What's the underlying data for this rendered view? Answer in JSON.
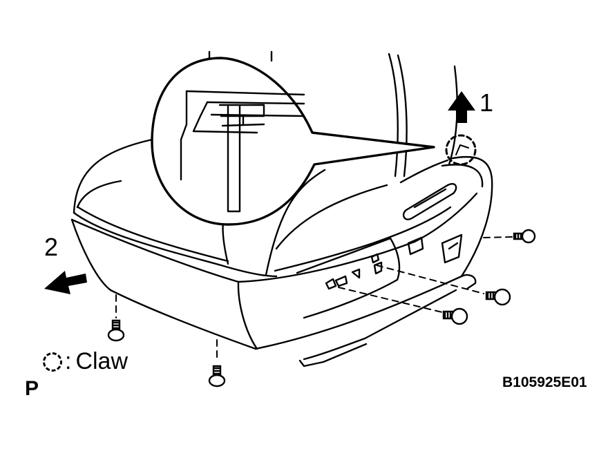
{
  "labels": {
    "step1": "1",
    "step2": "2",
    "legend_text": "Claw",
    "legend_colon": ":",
    "orientation_mark": "P",
    "figure_id": "B105925E01"
  },
  "icons": {
    "claw": "dashed-circle",
    "pull_up": "block-arrow-up",
    "pull_forward": "block-arrow-left",
    "screw": "screw-icon"
  },
  "colors": {
    "ink": "#000000",
    "background": "#ffffff"
  }
}
